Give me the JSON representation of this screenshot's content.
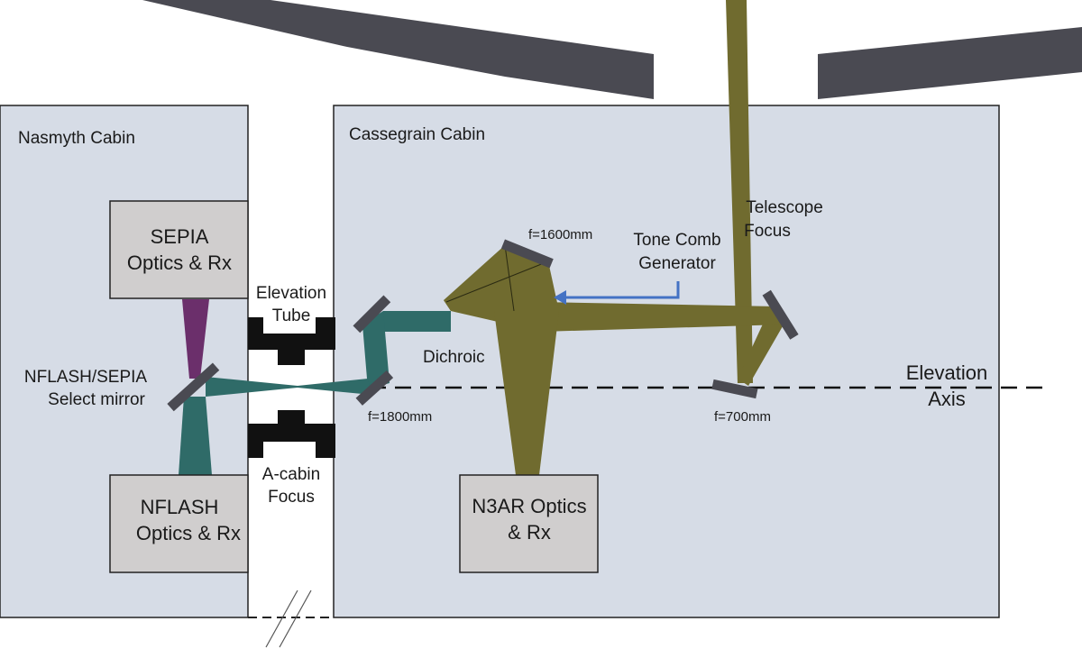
{
  "cabins": {
    "nasmyth": "Nasmyth Cabin",
    "cassegrain": "Cassegrain Cabin"
  },
  "receivers": {
    "sepia": [
      "SEPIA",
      "Optics & Rx"
    ],
    "nflash": [
      "NFLASH",
      "Optics & Rx"
    ],
    "n3ar": [
      "N3AR Optics",
      "& Rx"
    ]
  },
  "labels": {
    "elevation_tube": [
      "Elevation",
      "Tube"
    ],
    "acabin_focus": [
      "A-cabin",
      "Focus"
    ],
    "select_mirror": [
      "NFLASH/SEPIA",
      "Select mirror"
    ],
    "dichroic": "Dichroic",
    "tone_comb": [
      "Tone Comb",
      "Generator"
    ],
    "telescope_focus": [
      "Telescope",
      "Focus"
    ],
    "elevation_axis": [
      "Elevation",
      "Axis"
    ],
    "f1600": "f=1600mm",
    "f1800": "f=1800mm",
    "f700": "f=700mm"
  },
  "colors": {
    "cabin_fill": "#d6dce6",
    "box_fill": "#d0cece",
    "beam_olive": "#706b2f",
    "beam_teal": "#2f6b68",
    "beam_purple": "#6b2f6b",
    "mirror": "#4a4a52",
    "dish": "#4a4a52",
    "arrow": "#4472c4"
  }
}
